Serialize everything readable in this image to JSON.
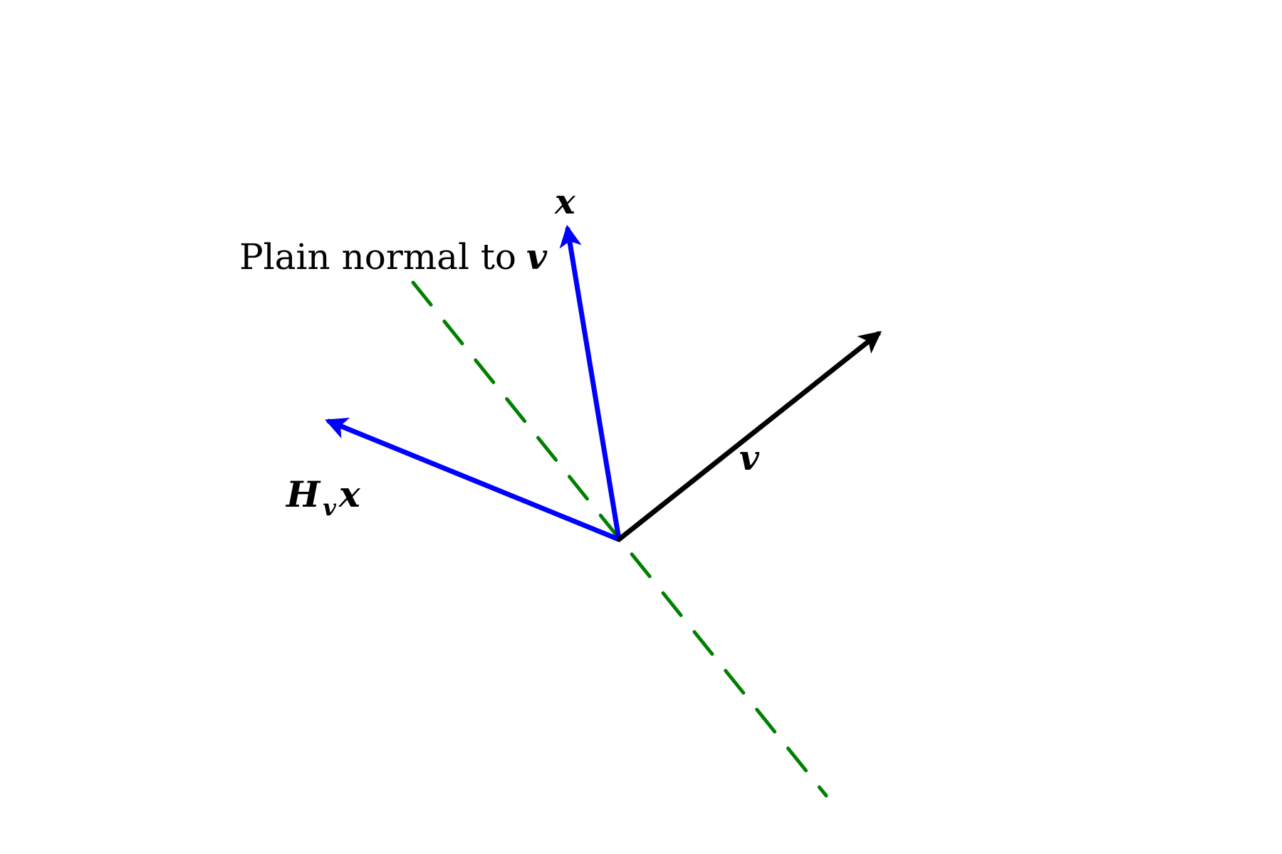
{
  "diagram": {
    "labels": {
      "plane": "Plain normal to",
      "plane_v": "v",
      "x": "x",
      "v": "v",
      "hvx_main": "H",
      "hvx_sub": "v",
      "hvx_x": "x"
    },
    "colors": {
      "x_vector": "#0000ff",
      "hvx_vector": "#0000ff",
      "v_vector": "#000000",
      "plane_line": "#008000",
      "text": "#000000",
      "background": "#ffffff"
    }
  }
}
